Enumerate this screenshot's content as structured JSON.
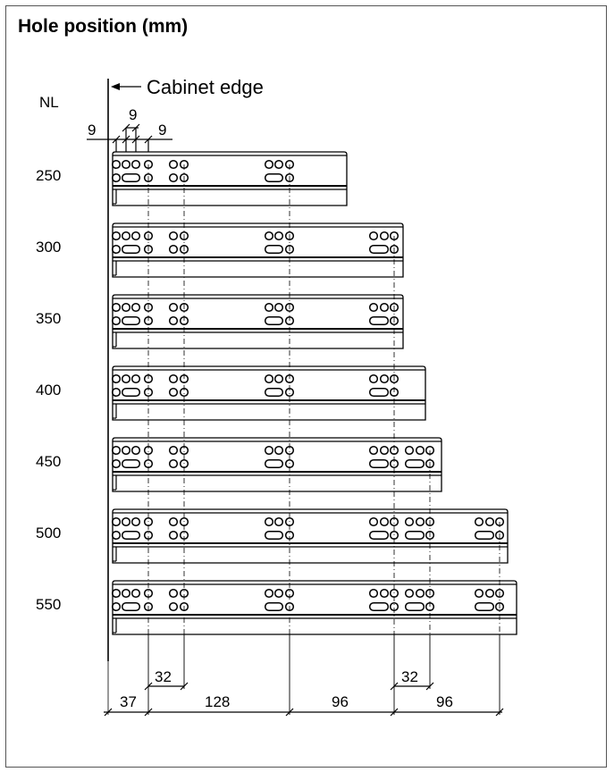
{
  "title": "Hole position (mm)",
  "cabinet_edge_label": "Cabinet edge",
  "nl_header": "NL",
  "rails": [
    {
      "nl": "250",
      "hole_groups": 3
    },
    {
      "nl": "300",
      "hole_groups": 4
    },
    {
      "nl": "350",
      "hole_groups": 4
    },
    {
      "nl": "400",
      "hole_groups": 4
    },
    {
      "nl": "450",
      "hole_groups": 5
    },
    {
      "nl": "500",
      "hole_groups": 6
    },
    {
      "nl": "550",
      "hole_groups": 6
    }
  ],
  "top_dimensions": {
    "left": "9",
    "middle": "9",
    "right": "9"
  },
  "bottom_dimensions": {
    "upper": [
      "32",
      "32"
    ],
    "lower": [
      "37",
      "128",
      "96",
      "96"
    ]
  },
  "colors": {
    "line": "#000000",
    "background": "#ffffff"
  }
}
